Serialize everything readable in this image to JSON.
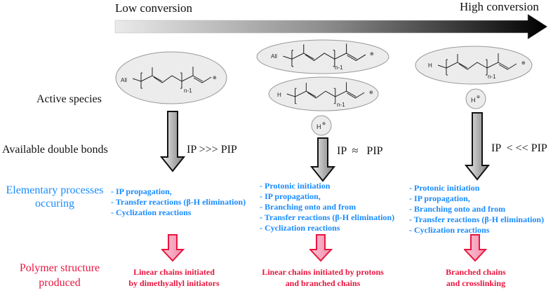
{
  "conversion_axis": {
    "low_label": "Low conversion",
    "high_label": "High conversion",
    "gradient_start": "#e6e6e6",
    "gradient_end": "#000000"
  },
  "row_labels": {
    "active_species": "Active species",
    "available_double_bonds": "Available double bonds",
    "elementary_processes": [
      "Elementary processes",
      "occuring"
    ],
    "polymer_structure": [
      "Polymer structure",
      "produced"
    ]
  },
  "species": {
    "allyl_prefix": "All",
    "proton_prefix": "H",
    "repeat_subscript": "n-1",
    "cation_symbol": "⊕",
    "free_proton": "H"
  },
  "columns": [
    {
      "id": "low",
      "ratio": "IP >>> PIP",
      "processes": [
        "- IP propagation,",
        "- Transfer reactions (β-H elimination)",
        "- Cyclization reactions"
      ],
      "products": [
        "Linear chains initiated",
        "by dimethyallyl initiators"
      ]
    },
    {
      "id": "mid",
      "ratio": "IP  ≈   PIP",
      "processes": [
        "- Protonic initiation",
        "- IP propagation,",
        "- Branching onto and from",
        "- Transfer reactions (β-H elimination)",
        "- Cyclization reactions"
      ],
      "products": [
        "Linear chains initiated by protons",
        "and branched chains"
      ]
    },
    {
      "id": "high",
      "ratio": "IP  < << PIP",
      "processes": [
        "- Protonic initiation",
        "- IP propagation,",
        "- Branching onto and from",
        "- Transfer reactions (β-H elimination)",
        "- Cyclization reactions"
      ],
      "products": [
        "Branched chains",
        "and crosslinking"
      ]
    }
  ],
  "colors": {
    "process_text": "#1a8cff",
    "product_text": "#e8163f",
    "pink_arrow_fill": "#f7a1bd",
    "pink_arrow_stroke": "#e8163f"
  }
}
